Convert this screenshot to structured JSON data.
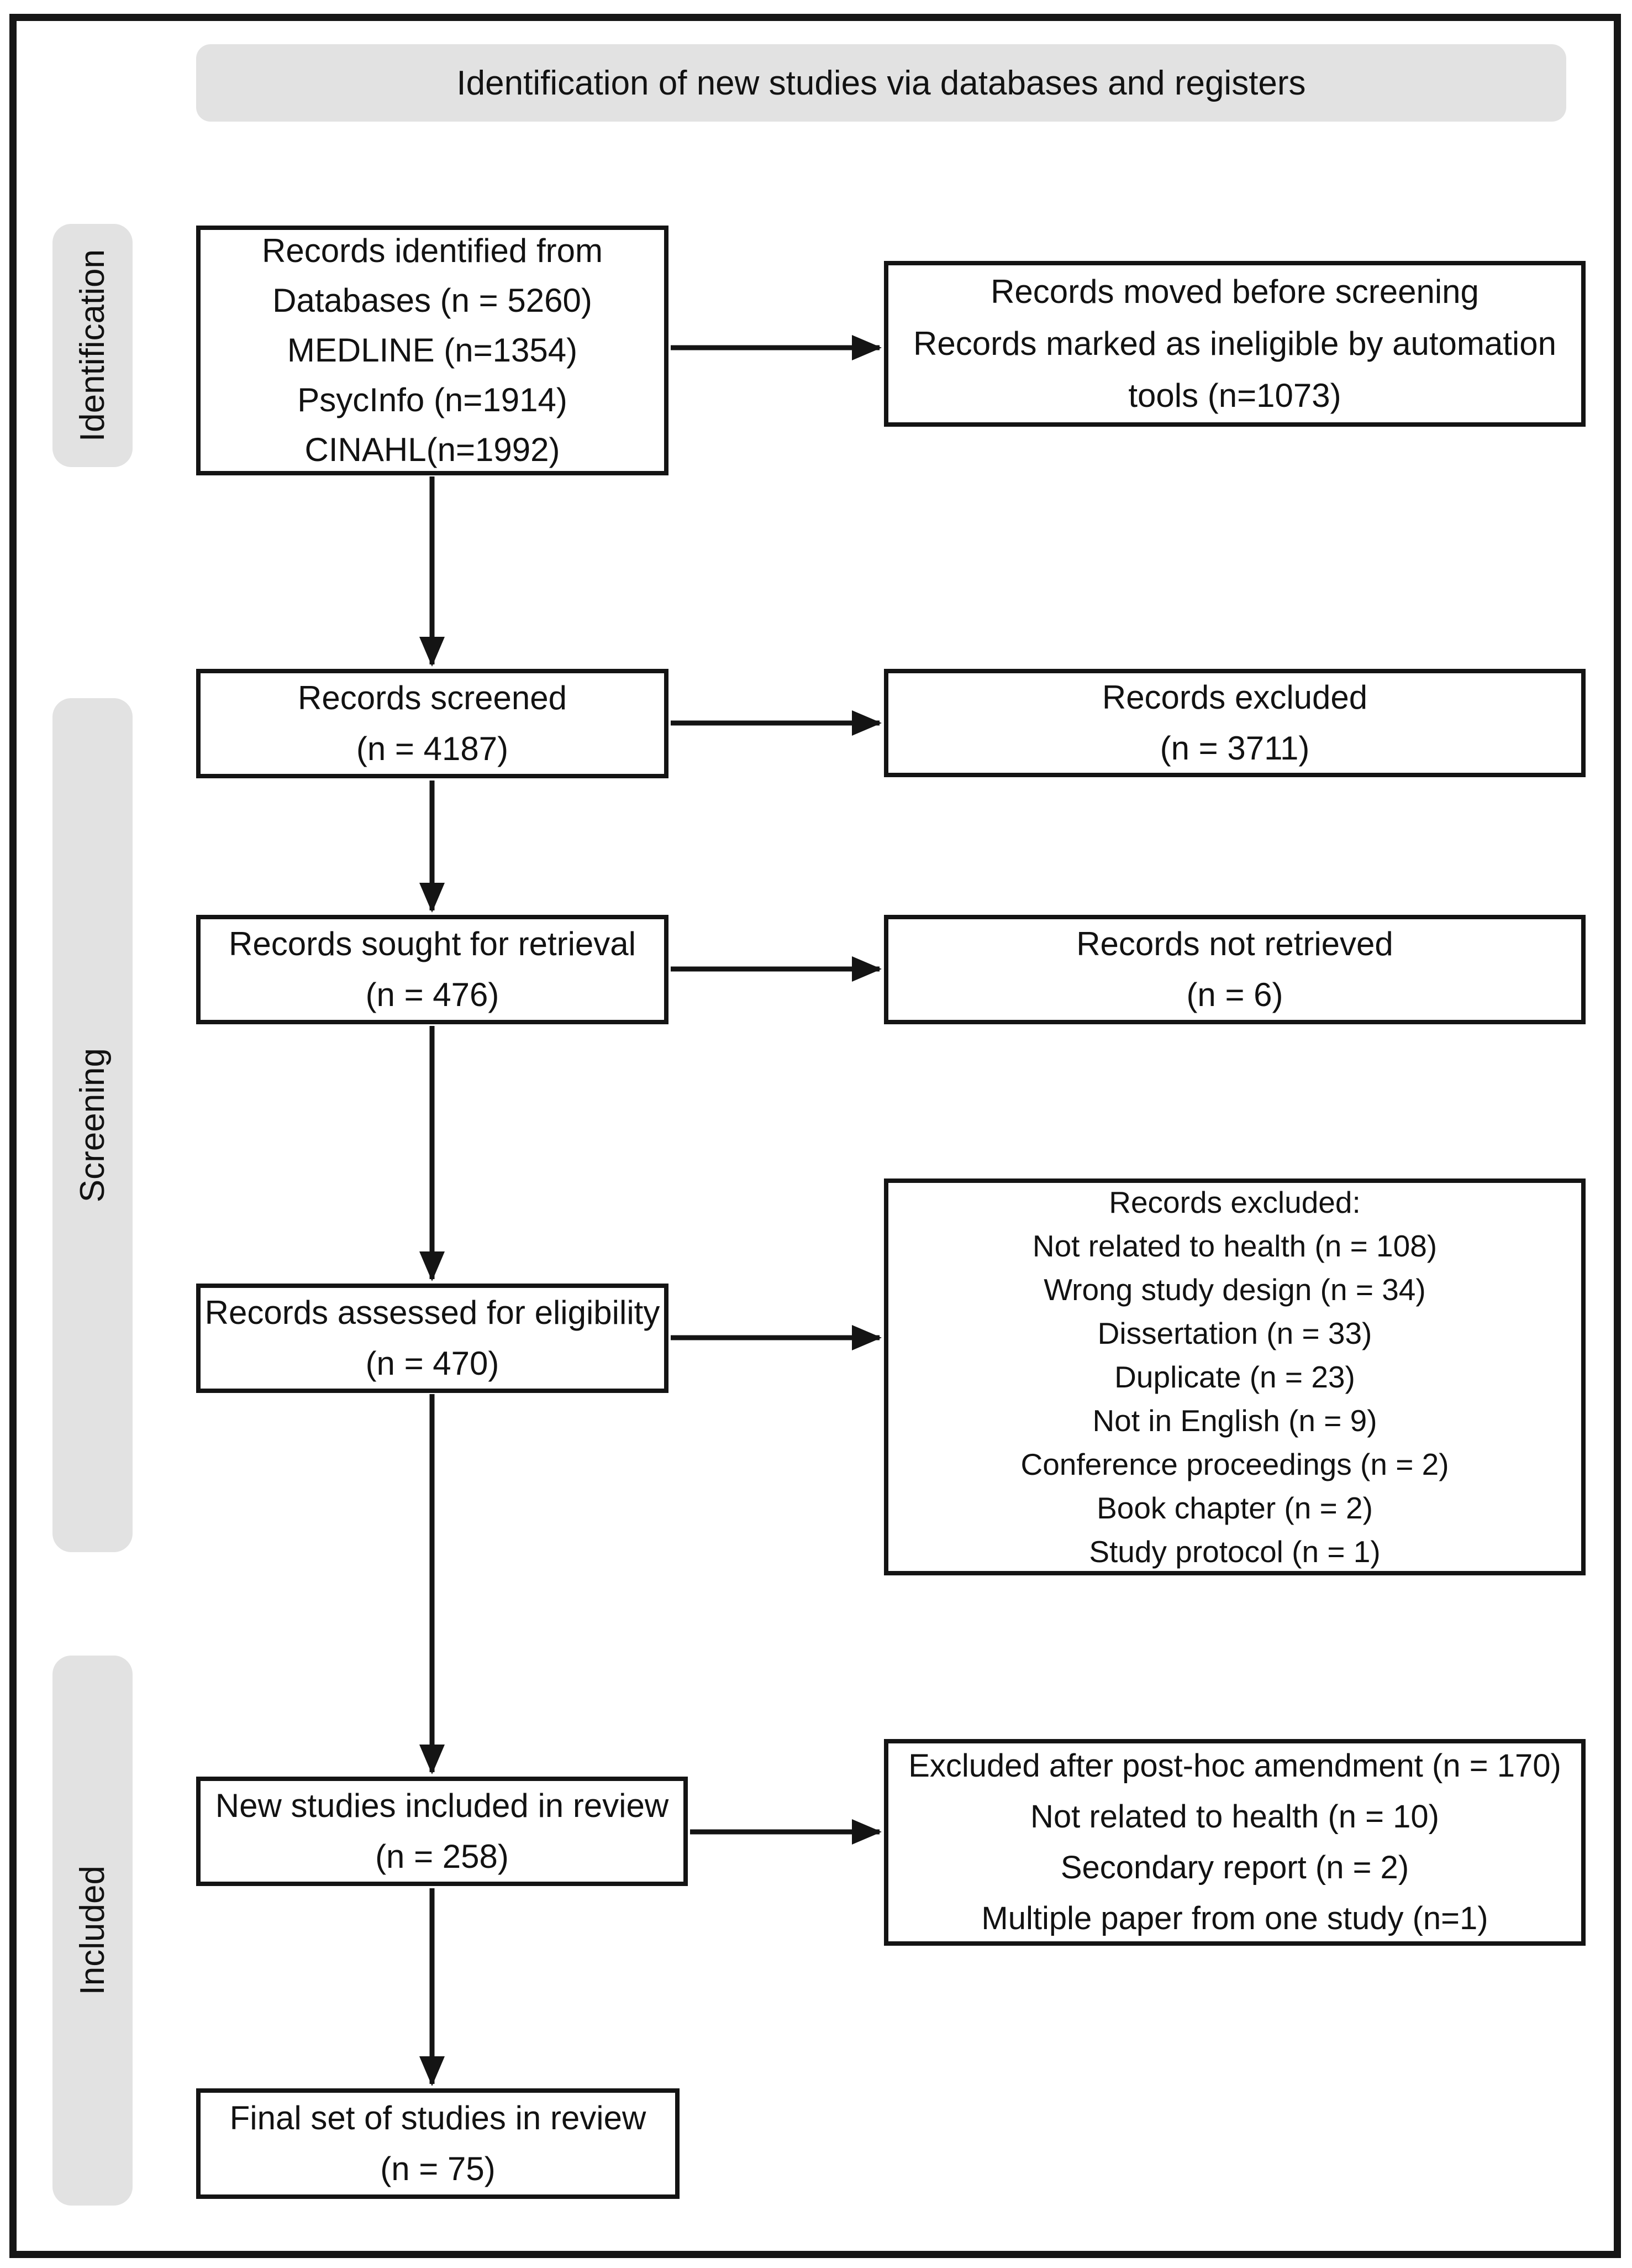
{
  "banner": {
    "title": "Identification of new studies via databases and registers"
  },
  "side_labels": {
    "identification": "Identification",
    "screening": "Screening",
    "included": "Included"
  },
  "boxes": {
    "records_identified": {
      "lines": [
        "Records identified from",
        "Databases (n = 5260)",
        "MEDLINE (n=1354)",
        "PsycInfo (n=1914)",
        "CINAHL(n=1992)"
      ]
    },
    "records_moved": {
      "lines": [
        "Records moved before screening",
        "Records marked as ineligible by automation",
        "tools (n=1073)"
      ]
    },
    "records_screened": {
      "lines": [
        "Records screened",
        "(n = 4187)"
      ]
    },
    "records_excluded": {
      "lines": [
        "Records excluded",
        "(n = 3711)"
      ]
    },
    "records_sought": {
      "lines": [
        "Records sought for retrieval",
        "(n = 476)"
      ]
    },
    "records_not_retrieved": {
      "lines": [
        "Records not retrieved",
        "(n = 6)"
      ]
    },
    "records_assessed": {
      "lines": [
        "Records assessed for eligibility",
        "(n = 470)"
      ]
    },
    "records_excluded_reasons": {
      "lines": [
        "Records excluded:",
        "Not related to health (n = 108)",
        "Wrong study design (n = 34)",
        "Dissertation (n = 33)",
        "Duplicate (n = 23)",
        "Not in English (n = 9)",
        "Conference proceedings (n = 2)",
        "Book chapter (n = 2)",
        "Study protocol (n = 1)"
      ]
    },
    "new_studies_included": {
      "lines": [
        "New studies included in review",
        "(n = 258)"
      ]
    },
    "excluded_posthoc": {
      "lines": [
        "Excluded after post-hoc amendment (n = 170)",
        "Not related to health (n = 10)",
        "Secondary report (n = 2)",
        "Multiple paper from one study (n=1)"
      ]
    },
    "final_set": {
      "lines": [
        "Final set of studies in review",
        "(n = 75)"
      ]
    }
  },
  "colors": {
    "band_fill": "#e2e2e2",
    "line_color": "#141414",
    "background": "#ffffff"
  }
}
